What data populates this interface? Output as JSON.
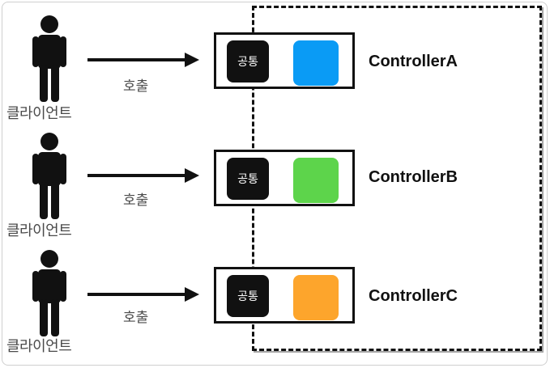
{
  "lanes": [
    {
      "client_label": "클라이언트",
      "call_label": "호출",
      "common_label": "공통",
      "controller_name": "ControllerA",
      "color": "#0a9bf5"
    },
    {
      "client_label": "클라이언트",
      "call_label": "호출",
      "common_label": "공통",
      "controller_name": "ControllerB",
      "color": "#5dd44b"
    },
    {
      "client_label": "클라이언트",
      "call_label": "호출",
      "common_label": "공통",
      "controller_name": "ControllerC",
      "color": "#fda52c"
    }
  ],
  "icons": {
    "client": "person-icon",
    "call": "arrow-right-icon"
  }
}
